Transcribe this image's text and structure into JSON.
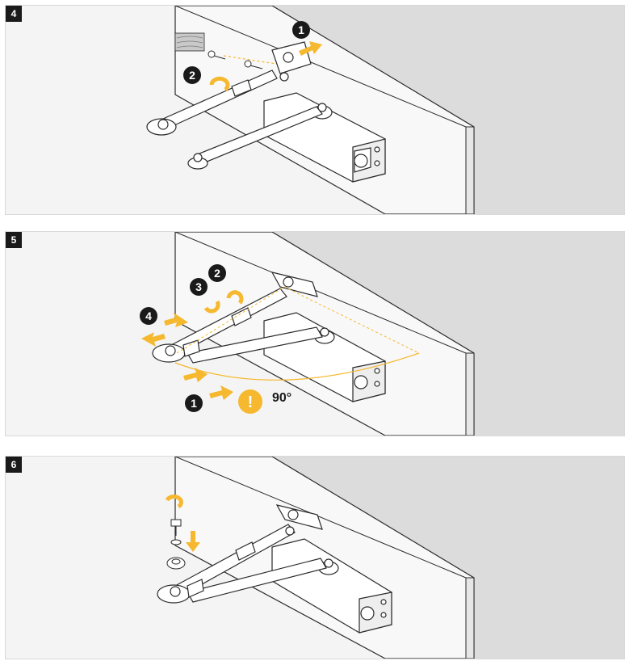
{
  "steps": [
    {
      "number": "4",
      "callouts": [
        "1",
        "2"
      ]
    },
    {
      "number": "5",
      "callouts": [
        "1",
        "2",
        "3",
        "4"
      ],
      "angle_label": "90°",
      "warning_symbol": "!"
    },
    {
      "number": "6"
    }
  ],
  "colors": {
    "accent_yellow": "#f5b82e",
    "badge_black": "#1a1a1a",
    "wall_gray": "#dcdcdc",
    "door_face": "#f7f7f7",
    "line": "#2a2a2a"
  },
  "icons": [
    "screw-icon",
    "wood-plug-icon",
    "rotate-arrow-icon",
    "push-arrow-icon",
    "double-arrow-icon",
    "warning-icon",
    "down-arrow-icon",
    "washer-icon"
  ]
}
